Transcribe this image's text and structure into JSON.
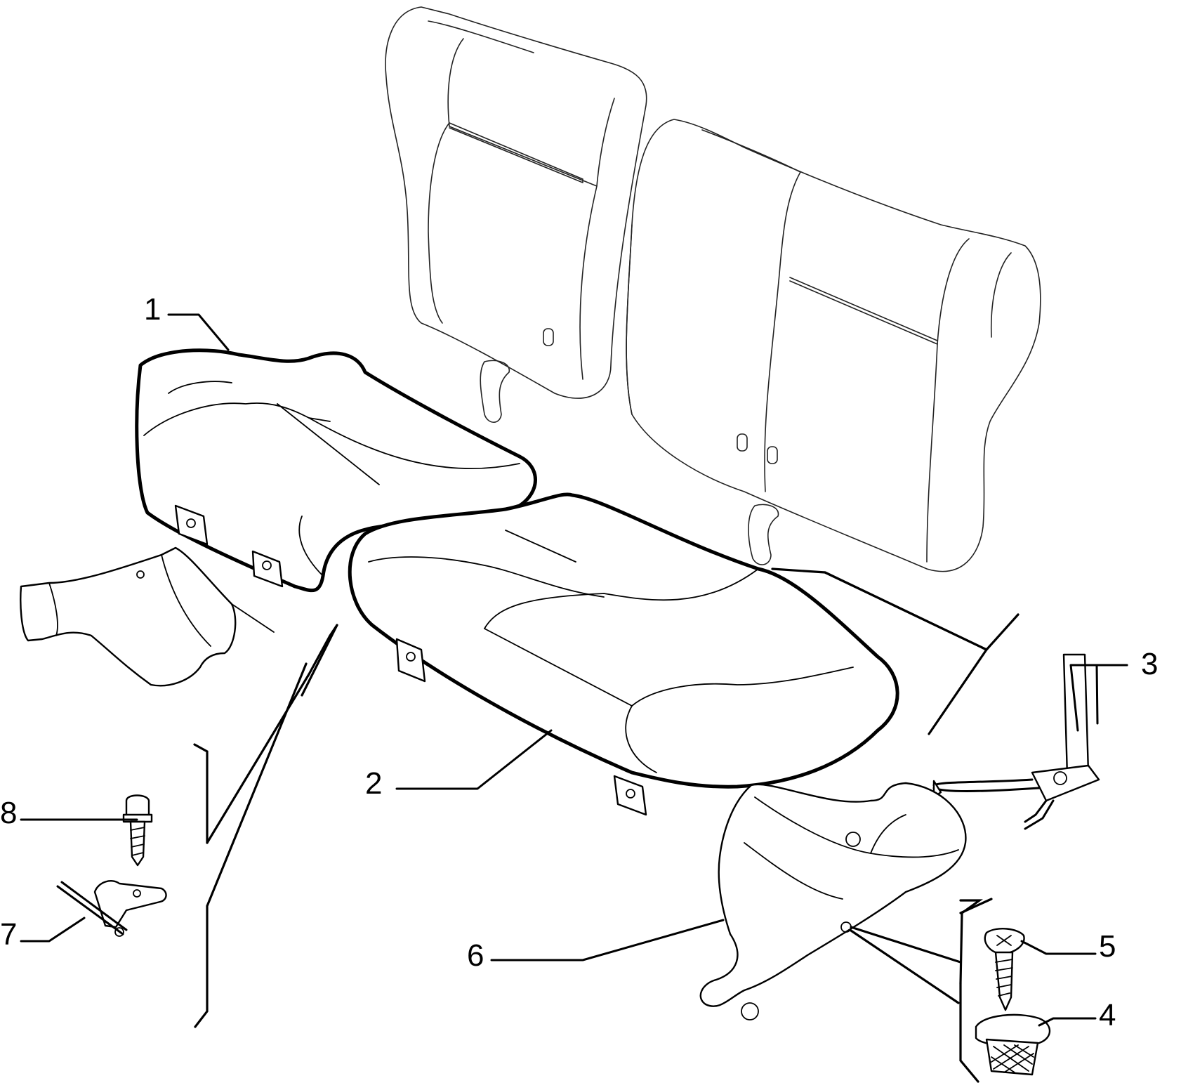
{
  "callouts": {
    "c1": "1",
    "c2": "2",
    "c3": "3",
    "c4": "4",
    "c5": "5",
    "c6": "6",
    "c7": "7",
    "c8": "8"
  },
  "parts": [
    {
      "ref": "1",
      "part": "left-seat-cushion"
    },
    {
      "ref": "2",
      "part": "right-seat-cushion"
    },
    {
      "ref": "3",
      "part": "latch-bracket-rod"
    },
    {
      "ref": "4",
      "part": "plug-cap"
    },
    {
      "ref": "5",
      "part": "screw"
    },
    {
      "ref": "6",
      "part": "right-side-trim-cover"
    },
    {
      "ref": "7",
      "part": "hinge-bracket-pin"
    },
    {
      "ref": "8",
      "part": "bolt"
    }
  ]
}
